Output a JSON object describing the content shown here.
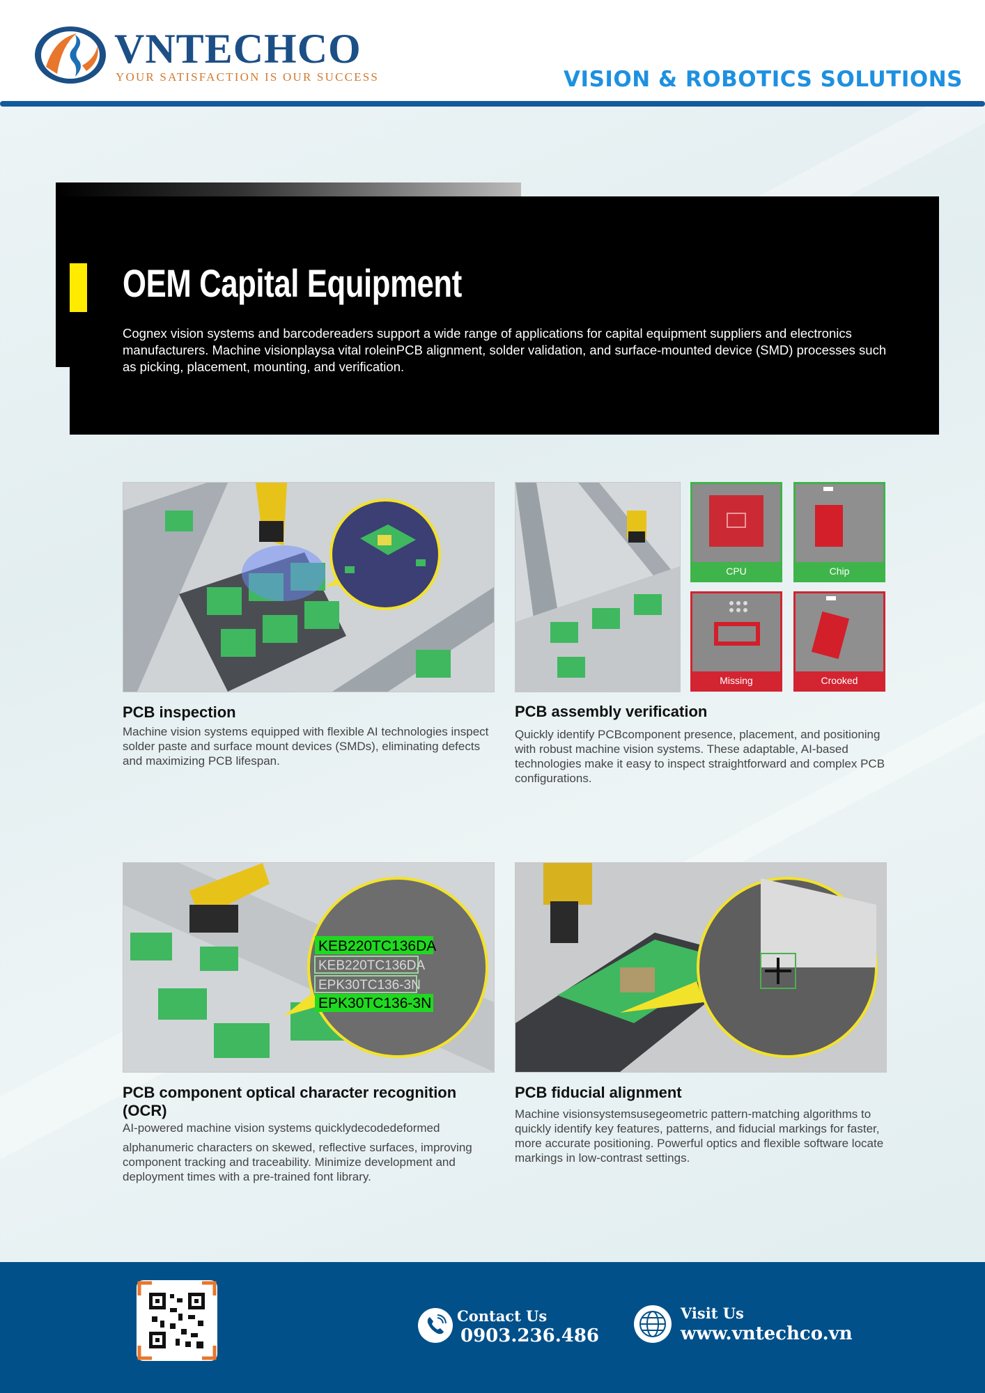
{
  "header": {
    "brand": "VNTECHCO",
    "tagline": "YOUR SATISFACTION IS OUR SUCCESS",
    "slogan": "VISION & ROBOTICS SOLUTIONS"
  },
  "hero": {
    "title": "OEM Capital Equipment",
    "text": "Cognex vision systems and barcodereaders support a wide range of applications for capital equipment suppliers and electronics manufacturers. Machine visionplaysa vital roleinPCB alignment, solder validation, and surface-mounted device (SMD) processes such as picking, placement, mounting, and verification."
  },
  "cards": [
    {
      "title": "PCB inspection",
      "text": "Machine vision systems equipped with flexible AI technologies inspect solder paste and surface mount devices (SMDs), eliminating defects and maximizing PCB lifespan."
    },
    {
      "title": "PCB assembly verification",
      "text": "Quickly identify PCBcomponent presence, placement, and positioning with robust machine vision systems. These adaptable, AI-based technologies make it easy to inspect straightforward and complex PCB configurations.",
      "tiles": [
        "CPU",
        "Chip",
        "Missing",
        "Crooked"
      ]
    },
    {
      "title": "PCB component optical character recognition (OCR)",
      "text_line1": "AI-powered machine vision systems quicklydecodedeformed",
      "text_rest": "alphanumeric characters on skewed, reflective surfaces, improving component tracking and traceability. Minimize development and deployment times with a pre-trained font library.",
      "ocr_lines": [
        "KEB220TC136DA",
        "KEB220TC136DA",
        "EPK30TC136-3N",
        "EPK30TC136-3N"
      ]
    },
    {
      "title": "PCB fiducial alignment",
      "text": "Machine visionsystemsusegeometric pattern-matching algorithms to quickly identify key features, patterns, and fiducial markings for faster, more accurate positioning. Powerful optics and flexible software locate markings in low-contrast settings."
    }
  ],
  "footer": {
    "contact_label": "Contact Us",
    "phone": "0903.236.486",
    "visit_label": "Visit Us",
    "website": "www.vntechco.vn"
  },
  "colors": {
    "brand_blue": "#1c4f86",
    "accent_blue": "#1e90e0",
    "footer_blue": "#025089",
    "hero_accent": "#ffeb00",
    "ok_green": "#3fb44a",
    "fail_red": "#d32431"
  }
}
